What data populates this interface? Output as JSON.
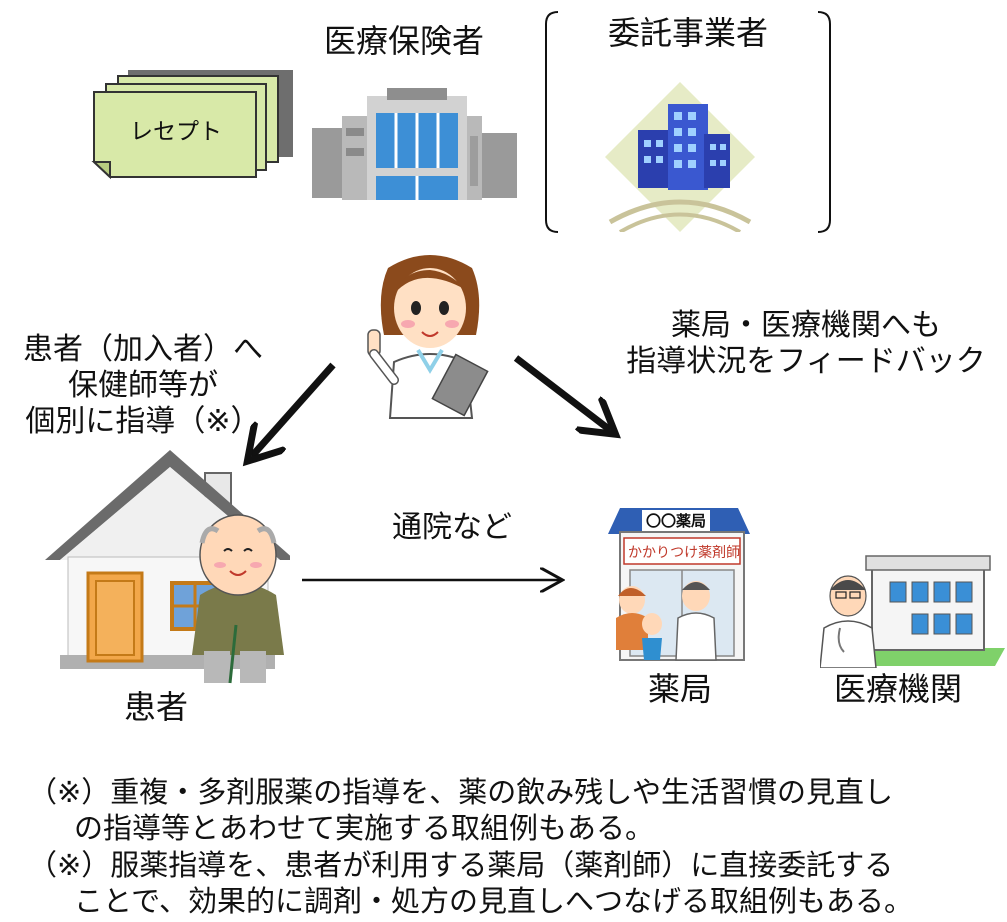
{
  "insurer": {
    "title": "医療保険者"
  },
  "receipt": {
    "label": "レセプト"
  },
  "contractor": {
    "title": "委託事業者"
  },
  "left_instruction": {
    "line1": "患者（加入者）へ",
    "line2": "保健師等が",
    "line3": "個別に指導（※）"
  },
  "right_feedback": {
    "line1": "薬局・医療機関へも",
    "line2": "指導状況をフィードバック"
  },
  "visit": {
    "label": "通院など"
  },
  "patient": {
    "label": "患者"
  },
  "pharmacy": {
    "label": "薬局",
    "sign": "〇〇薬局",
    "banner": "かかりつけ薬剤師"
  },
  "medical": {
    "label": "医療機関"
  },
  "notes": [
    {
      "line1": "（※）重複・多剤服薬の指導を、薬の飲み残しや生活習慣の見直し",
      "line2": "の指導等とあわせて実施する取組例もある。"
    },
    {
      "line1": "（※）服薬指導を、患者が利用する薬局（薬剤師）に直接委託する",
      "line2": "ことで、効果的に調剤・処方の見直しへつなげる取組例もある。"
    }
  ]
}
